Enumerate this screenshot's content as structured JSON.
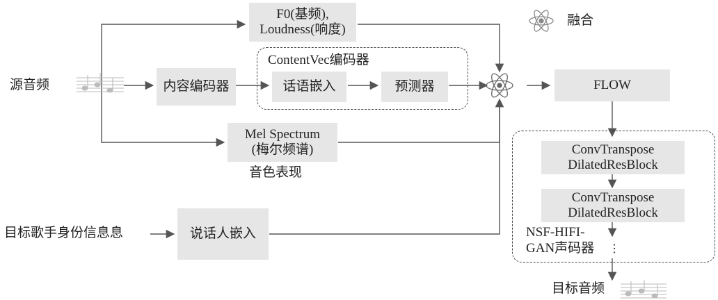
{
  "legend": {
    "fusion_label": "融合"
  },
  "inputs": {
    "source_audio": "源音频",
    "target_singer_identity": "目标歌手身份信息息"
  },
  "blocks": {
    "content_encoder": "内容编码器",
    "f0_line1": "F0(基频),",
    "f0_line2": "Loudness(响度)",
    "contentvec_title": "ContentVec编码器",
    "speech_embedding": "话语嵌入",
    "predictor": "预测器",
    "mel_line1": "Mel Spectrum",
    "mel_line2": "(梅尔频谱)",
    "timbre_label": "音色表现",
    "speaker_embedding": "说话人嵌入",
    "flow": "FLOW",
    "conv1_line1": "ConvTranspose",
    "conv1_line2": "DilatedResBlock",
    "conv2_line1": "ConvTranspose",
    "conv2_line2": "DilatedResBlock",
    "vocoder_line1": "NSF-HIFI-",
    "vocoder_line2": "GAN声码器",
    "ellipsis": "⋮"
  },
  "outputs": {
    "target_audio": "目标音频"
  },
  "icons": [
    "music-note-icon",
    "atom-icon"
  ],
  "colors": {
    "box_fill": "#e6e6e6",
    "line": "#444444",
    "text": "#222222"
  }
}
